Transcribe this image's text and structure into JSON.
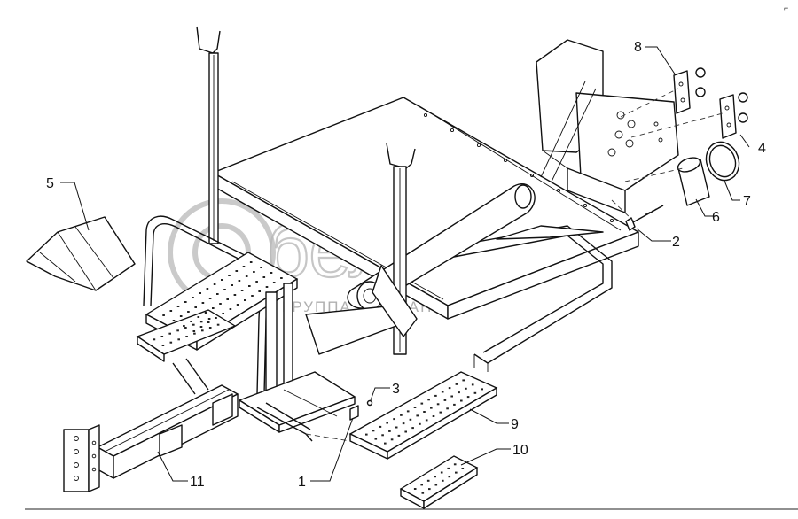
{
  "watermark": {
    "brand": "белагро",
    "subtitle": "ГРУППА КОМПАНИЙ"
  },
  "corner_mark": "⌐",
  "callouts": [
    {
      "id": "1",
      "label": "1"
    },
    {
      "id": "2",
      "label": "2"
    },
    {
      "id": "3",
      "label": "3"
    },
    {
      "id": "4",
      "label": "4"
    },
    {
      "id": "5",
      "label": "5"
    },
    {
      "id": "6",
      "label": "6"
    },
    {
      "id": "7",
      "label": "7"
    },
    {
      "id": "8",
      "label": "8"
    },
    {
      "id": "9",
      "label": "9"
    },
    {
      "id": "10",
      "label": "10"
    },
    {
      "id": "11",
      "label": "11"
    }
  ]
}
